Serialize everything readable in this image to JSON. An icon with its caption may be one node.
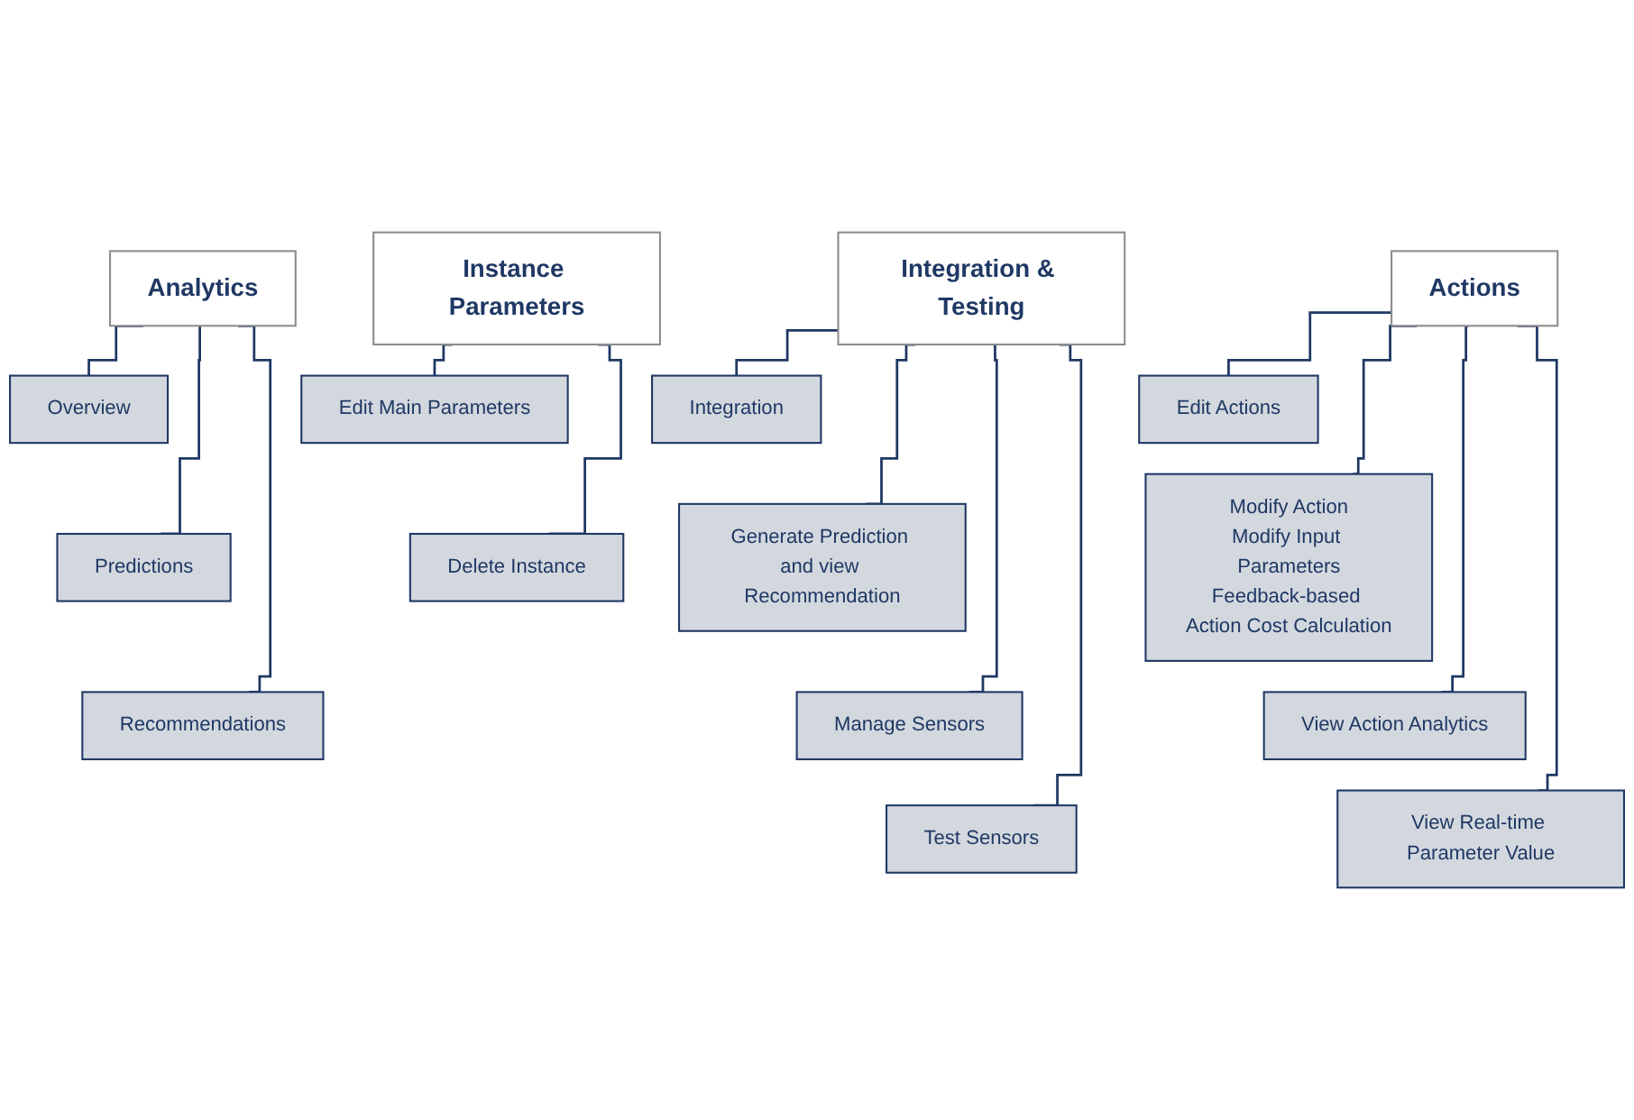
{
  "diagram": {
    "nodes": [
      {
        "text": [
          "Analytics"
        ]
      },
      {
        "text": [
          "Overview"
        ]
      },
      {
        "text": [
          "Predictions"
        ]
      },
      {
        "text": [
          "Recommendations"
        ]
      },
      {
        "text": [
          "Integration & Testing"
        ]
      },
      {
        "text": [
          "Integration"
        ]
      },
      {
        "text": [
          "Generate Prediction and view Recommendation"
        ]
      },
      {
        "text": [
          "Manage Sensors"
        ]
      },
      {
        "text": [
          "Test Sensors"
        ]
      },
      {
        "text": [
          "Actions"
        ]
      },
      {
        "text": [
          "Edit Actions"
        ]
      },
      {
        "text": [
          "Modify Action",
          "Modify Input Parameters",
          "Feedback-based Action Cost Calculation"
        ]
      },
      {
        "text": [
          "View Action Analytics"
        ]
      },
      {
        "text": [
          "View Real-time Parameter Value"
        ]
      },
      {
        "text": [
          "Instance Parameters"
        ]
      },
      {
        "text": [
          "Edit Main Parameters"
        ]
      },
      {
        "text": [
          "Delete Instance"
        ]
      }
    ],
    "edges": [
      {
        "from": 0,
        "to": 1,
        "arrow": "none"
      },
      {
        "from": 0,
        "to": 2,
        "arrow": "none"
      },
      {
        "from": 0,
        "to": 3,
        "arrow": "none"
      },
      {
        "from": 4,
        "to": 5,
        "arrow": "none"
      },
      {
        "from": 4,
        "to": 6,
        "arrow": "none"
      },
      {
        "from": 4,
        "to": 7,
        "arrow": "none"
      },
      {
        "from": 4,
        "to": 8,
        "arrow": "none"
      },
      {
        "from": 9,
        "to": 10,
        "arrow": "none"
      },
      {
        "from": 9,
        "to": 11,
        "arrow": "none"
      },
      {
        "from": 9,
        "to": 12,
        "arrow": "none"
      },
      {
        "from": 9,
        "to": 13,
        "arrow": "none"
      },
      {
        "from": 14,
        "to": 15,
        "arrow": "none"
      },
      {
        "from": 14,
        "to": 16,
        "arrow": "none"
      }
    ]
  }
}
